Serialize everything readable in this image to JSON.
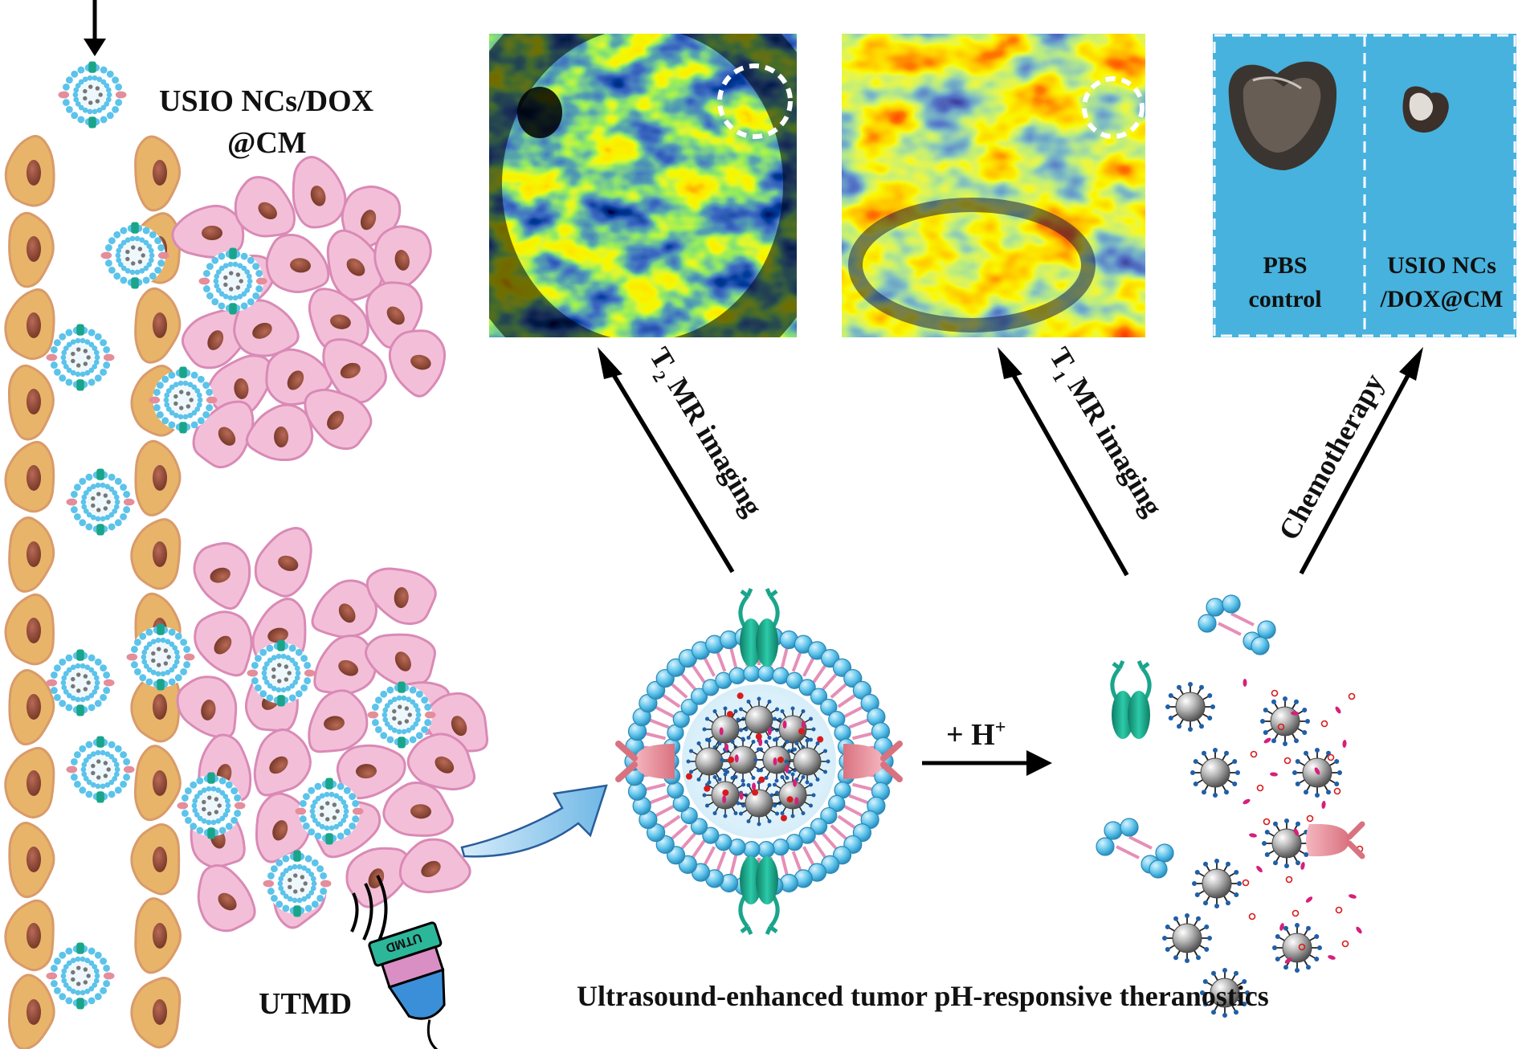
{
  "labels": {
    "nanoparticle_line1": "USIO NCs/DOX",
    "nanoparticle_line2": "@CM",
    "utmd": "UTMD",
    "t2_prefix": "T",
    "t2_sub": "2",
    "t2_rest": " MR imaging",
    "t1_prefix": "T",
    "t1_sub": "1",
    "t1_rest": " MR imaging",
    "chemo": "Chemotherapy",
    "acid_main": "+ H",
    "acid_sup": "+",
    "pbs_line1": "PBS",
    "pbs_line2": "control",
    "usio_line1": "USIO NCs",
    "usio_line2": "/DOX@CM",
    "probe_text": "UTMD",
    "caption": "Ultrasound-enhanced tumor pH-responsive theranostics"
  },
  "colors": {
    "endothelial_cell": "#e8b46a",
    "tumor_cell": "#f3bfd8",
    "nucleus": "#8e4a3a",
    "lipid_head": "#5cc3ea",
    "lipid_tail": "#e58fb7",
    "membrane_protein": "#1aa58b",
    "receptor": "#e58d9a",
    "iron_core": "#9a9a9a",
    "dox": "#d81b1b",
    "photo_background": "#47b2dd",
    "arrow_fill": "#8ec8ec"
  },
  "icons": {
    "mri_t2": "mri-heatmap-image",
    "mri_t1": "mri-heatmap-image",
    "tumor_photo": "excised-tumor-photo",
    "probe": "ultrasound-probe-icon"
  }
}
